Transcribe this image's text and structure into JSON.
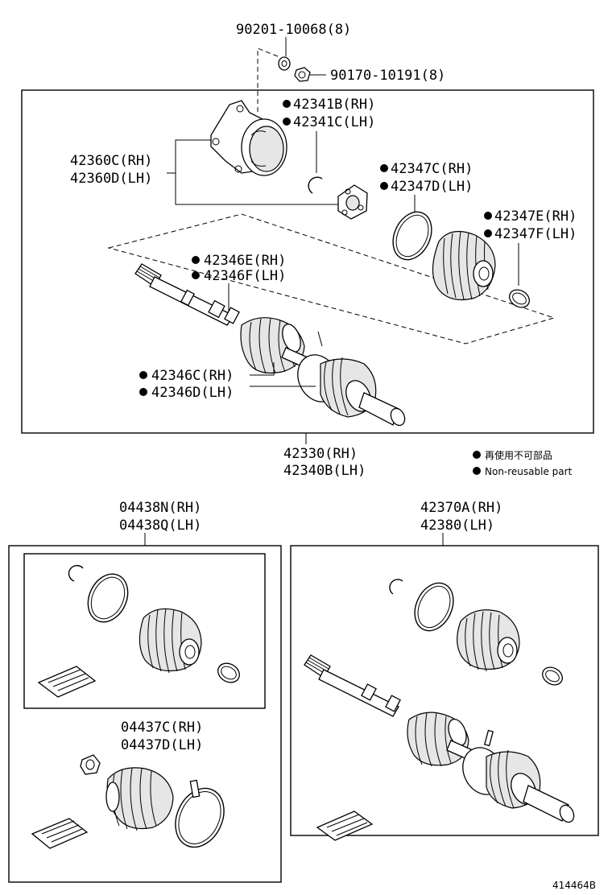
{
  "labels": {
    "p_90201": "90201-10068(8)",
    "p_90170": "90170-10191(8)",
    "p_42341b": "42341B(RH)",
    "p_42341c": "42341C(LH)",
    "p_42360c": "42360C(RH)",
    "p_42360d": "42360D(LH)",
    "p_42347c": "42347C(RH)",
    "p_42347d": "42347D(LH)",
    "p_42347e": "42347E(RH)",
    "p_42347f": "42347F(LH)",
    "p_42346e": "42346E(RH)",
    "p_42346f": "42346F(LH)",
    "p_42346c": "42346C(RH)",
    "p_42346d": "42346D(LH)",
    "p_42330": "42330(RH)",
    "p_42340b": "42340B(LH)",
    "p_04438n": "04438N(RH)",
    "p_04438q": "04438Q(LH)",
    "p_04437c": "04437C(RH)",
    "p_04437d": "04437D(LH)",
    "p_42370a": "42370A(RH)",
    "p_42380": "42380(LH)"
  },
  "legend": {
    "jp": "再使用不可部品",
    "en": "Non-reusable part"
  },
  "figure_id": "414464B"
}
